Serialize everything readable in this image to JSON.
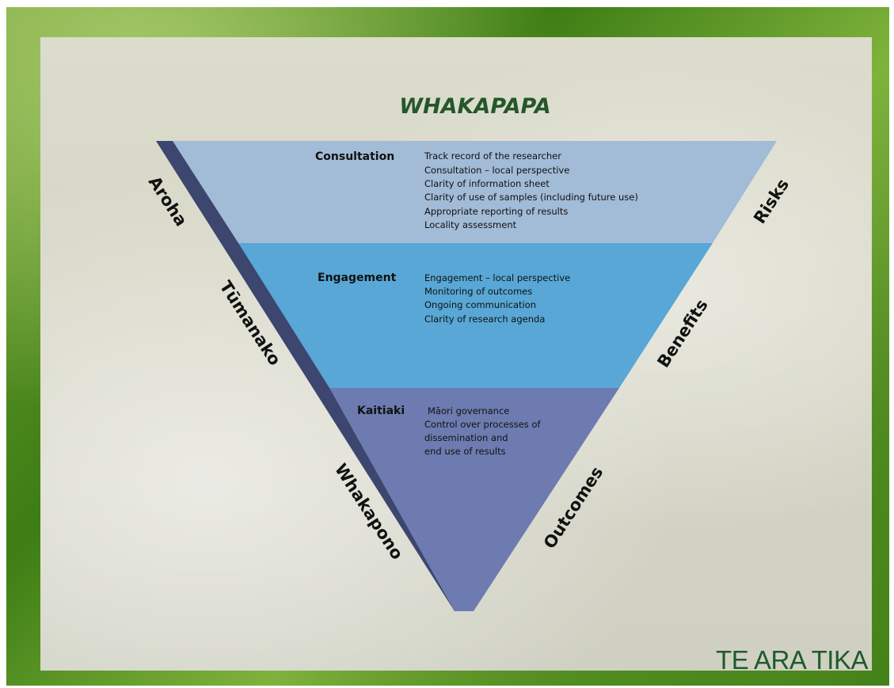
{
  "title": "WHAKAPAPA",
  "sections": [
    {
      "label": "Consultation",
      "color": "#a2bbd7",
      "items": [
        "Track record of the researcher",
        "Consultation – local perspective",
        "Clarity of information sheet",
        "Clarity of use of samples (including future use)",
        "Appropriate reporting of results",
        "Locality assessment"
      ]
    },
    {
      "label": "Engagement",
      "color": "#58a7d6",
      "items": [
        "Engagement – local perspective",
        "Monitoring of outcomes",
        "Ongoing communication",
        "Clarity of research agenda"
      ]
    },
    {
      "label": "Kaitiaki",
      "color": "#6d7bb0",
      "items": [
        "Māori governance",
        "Control over processes of",
        "dissemination and",
        "end use of results"
      ]
    }
  ],
  "left_labels": [
    "Aroha",
    "Tūmanako",
    "Whakapono"
  ],
  "right_labels": [
    "Risks",
    "Benefits",
    "Outcomes"
  ],
  "brand": "TE ARA TIKA",
  "colors": {
    "title": "#24572a",
    "shadow_edge": "#3c466e",
    "brand": "#1f5a2c"
  }
}
